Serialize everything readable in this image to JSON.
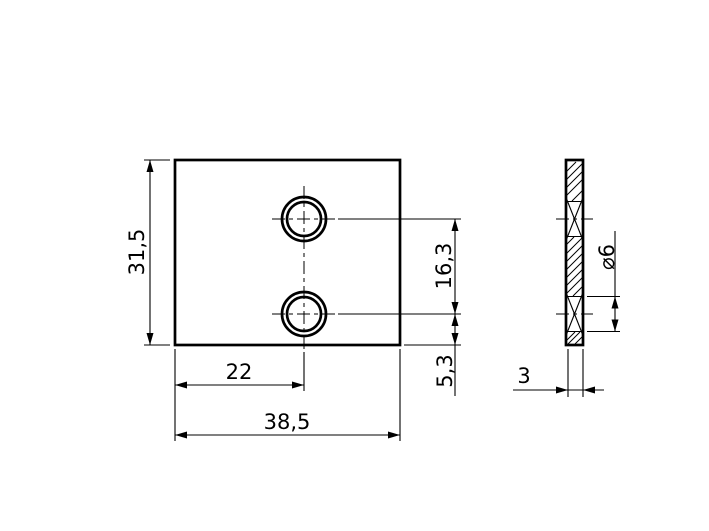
{
  "drawing": {
    "background": "#ffffff",
    "line_color": "#000000",
    "views": {
      "front": "front-view",
      "side": "side-section-view"
    }
  },
  "dimensions": {
    "plate_height": "31,5",
    "plate_width": "38,5",
    "hole_center_from_left": "22",
    "hole_center_spacing": "16,3",
    "hole_center_from_bottom": "5,3",
    "hole_diameter": "⌀6",
    "plate_thickness": "3"
  }
}
